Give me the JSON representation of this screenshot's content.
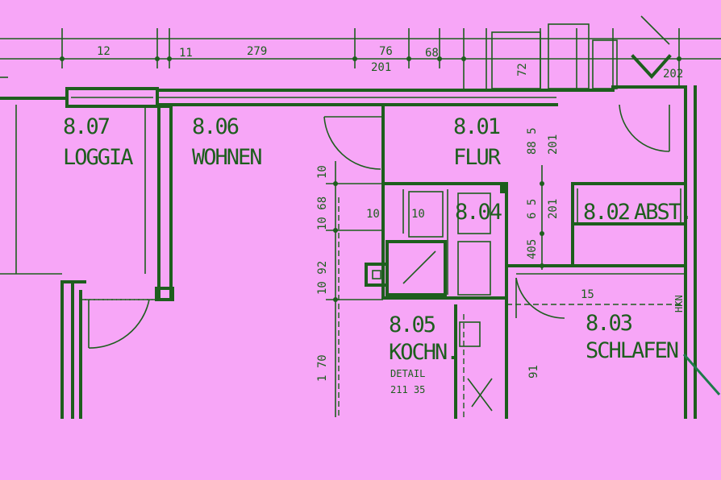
{
  "rooms": {
    "r807": {
      "number": "8.07",
      "name": "LOGGIA"
    },
    "r806": {
      "number": "8.06",
      "name": "WOHNEN"
    },
    "r801": {
      "number": "8.01",
      "name": "FLUR"
    },
    "r804": {
      "number": "8.04",
      "name": ""
    },
    "r802": {
      "number": "8.02",
      "name": "ABST."
    },
    "r805": {
      "number": "8.05",
      "name": "KOCHN."
    },
    "r803": {
      "number": "8.03",
      "name": "SCHLAFEN"
    }
  },
  "notes": {
    "detail_line1": "DETAIL",
    "detail_line2": "211 35",
    "hkn": "HKN"
  },
  "dimensions": {
    "top_12": "12",
    "top_11": "11",
    "top_279": "279",
    "top_76": "76",
    "top_201": "201",
    "top_68": "68",
    "top_72": "72",
    "top_202": "202",
    "left_10a": "10",
    "left_68": "10 68",
    "left_92": "10 92",
    "left_170": "1 70",
    "mid_10a": "10",
    "mid_10b": "10",
    "mid_65": "6 5",
    "mid_201": "201",
    "mid_405": "405",
    "mid_15": "15",
    "flur_885": "88 5",
    "flur_201": "201",
    "low_91": "91"
  },
  "colors": {
    "paper": "#f7a6f7",
    "ink": "#1d5e1d"
  }
}
